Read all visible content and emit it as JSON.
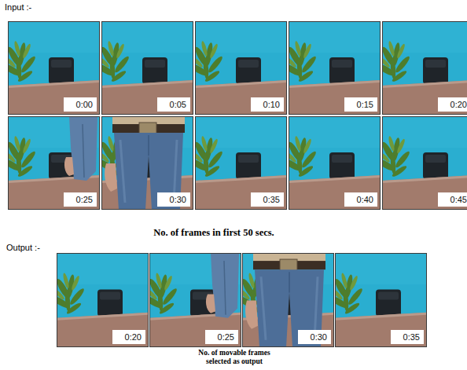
{
  "diagram": {
    "nodes": [
      {
        "text": [
          "0:00"
        ]
      },
      {
        "text": [
          "0:05"
        ]
      },
      {
        "text": [
          "0:10"
        ]
      },
      {
        "text": [
          "0:15"
        ]
      },
      {
        "text": [
          "0:20"
        ]
      },
      {
        "text": [
          "0:25"
        ]
      },
      {
        "text": [
          "0:30"
        ]
      },
      {
        "text": [
          "0:35"
        ]
      },
      {
        "text": [
          "0:40"
        ]
      },
      {
        "text": [
          "0:45"
        ]
      },
      {
        "text": [
          "0:20"
        ]
      },
      {
        "text": [
          "0:25"
        ]
      },
      {
        "text": [
          "0:30"
        ]
      },
      {
        "text": [
          "0:35"
        ]
      }
    ],
    "labels": [
      "Input :-",
      "No. of frames in first 50 secs.",
      "Output :-",
      "No. of movable frames selected as output"
    ]
  }
}
